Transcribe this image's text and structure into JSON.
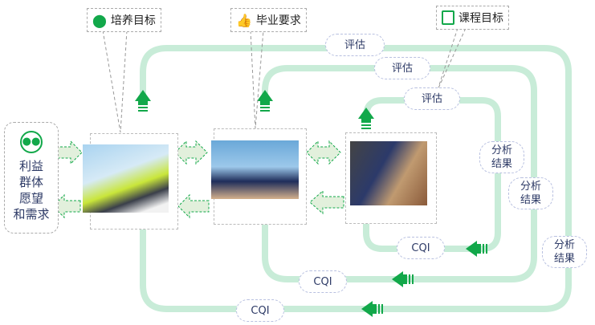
{
  "stakeholder": {
    "text": [
      "利益",
      "群体",
      "愿望",
      "和需求"
    ],
    "icon": "people-icon"
  },
  "callouts": [
    {
      "label": "培养目标",
      "icon": "map-pin-icon"
    },
    {
      "label": "毕业要求",
      "icon": "thumbs-up-icon"
    },
    {
      "label": "课程目标",
      "icon": "document-icon"
    }
  ],
  "loops": {
    "outer": {
      "evaluate": "评估",
      "analyze": "分析结果",
      "cqi": "CQI"
    },
    "middle": {
      "evaluate": "评估",
      "analyze": "分析结果",
      "cqi": "CQI"
    },
    "inner": {
      "evaluate": "评估",
      "analyze": "分析结果",
      "cqi": "CQI"
    }
  },
  "photos": [
    "engineers-photo",
    "graduates-photo",
    "students-photo"
  ],
  "colors": {
    "loop": "#c8ecd8",
    "arrow": "#12a84a",
    "text": "#2d3a66",
    "exchange_arrow": "#e2f0dc"
  }
}
